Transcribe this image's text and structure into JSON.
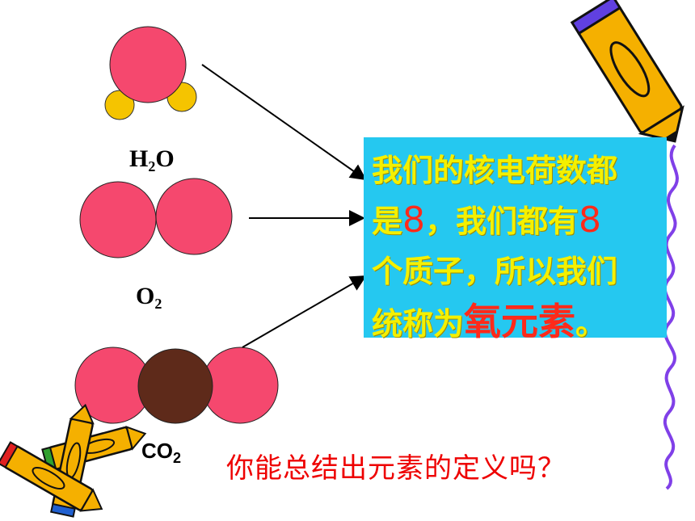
{
  "molecules": {
    "water_label_main": "H",
    "water_label_sub": "2",
    "water_label_end": "O",
    "oxygen_label_main": "O",
    "oxygen_label_sub": "2",
    "co2_label_main": "CO",
    "co2_label_sub": "2"
  },
  "info_box": {
    "line1": "我们的核电荷数都",
    "line2_a": "是",
    "line2_num1": "8",
    "line2_b": "，我们都有",
    "line2_num2": "8",
    "line3": "个质子，所以我们",
    "line4_a": "统称为",
    "line4_highlight": "氧元素",
    "line4_end": "。"
  },
  "question": "你能总结出元素的定义吗？",
  "colors": {
    "atom_pink": "#f5486e",
    "atom_yellow": "#f5c400",
    "atom_brown": "#5e2a1a",
    "box_cyan": "#25c8f0",
    "text_yellow": "#f4f000",
    "text_red": "#ee0000",
    "wavy_line": "#8040e8"
  },
  "icons": [
    "crayon-icon",
    "crayon-icon",
    "crayon-icon"
  ]
}
